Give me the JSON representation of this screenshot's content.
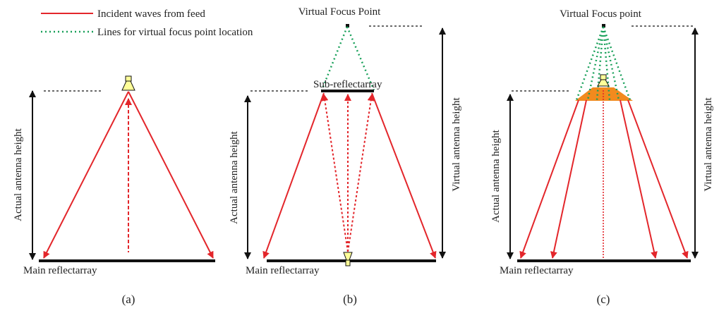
{
  "legend": {
    "incident": "Incident waves from feed",
    "virtual_lines": "Lines for virtual focus point location"
  },
  "panel_a": {
    "height_label": "Actual antenna height",
    "main_label": "Main reflectarray",
    "caption": "(a)"
  },
  "panel_b": {
    "focus_label": "Virtual  Focus Point",
    "sub_label": "Sub-reflectarray",
    "actual_label": "Actual antenna height",
    "virtual_label": "Virtual antenna height",
    "main_label": "Main reflectarray",
    "caption": "(b)"
  },
  "panel_c": {
    "focus_label": "Virtual Focus point",
    "actual_label": "Actual antenna height",
    "virtual_label": "Virtual antenna height",
    "main_label": "Main reflectarray",
    "caption": "(c)"
  },
  "colors": {
    "incident_wave": "#e3262b",
    "virtual_line": "#19a05a",
    "feed_horn": "#ffff99",
    "lens": "#f28a1e",
    "reflector": "#111111"
  }
}
